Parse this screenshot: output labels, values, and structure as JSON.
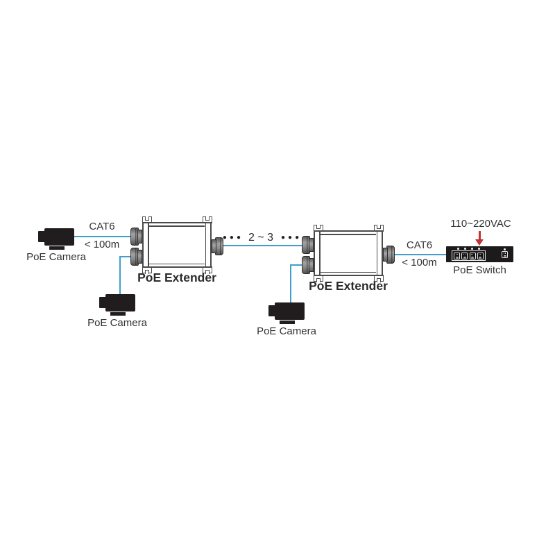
{
  "colors": {
    "cable": "#3f9fc9",
    "device_dark": "#211d1e",
    "extender_outline": "#4a4a4a",
    "arrow_red": "#c43131",
    "text": "#323232"
  },
  "cameras": [
    {
      "label": "PoE Camera"
    },
    {
      "label": "PoE Camera"
    },
    {
      "label": "PoE Camera"
    }
  ],
  "extenders": [
    {
      "label": "PoE Extender"
    },
    {
      "label": "PoE Extender"
    }
  ],
  "poe_switch": {
    "label": "PoE Switch",
    "power_label": "110~220VAC",
    "poe_ports": 4,
    "uplink_ports": 1
  },
  "cables": [
    {
      "type": "CAT6",
      "max_length": "< 100m",
      "from": "PoE Camera",
      "to": "PoE Extender"
    },
    {
      "type": "CAT6",
      "max_length": "< 100m",
      "from": "PoE Extender",
      "to": "PoE Switch"
    }
  ],
  "chain": {
    "dots": "●●●",
    "label": "2 ~ 3"
  }
}
